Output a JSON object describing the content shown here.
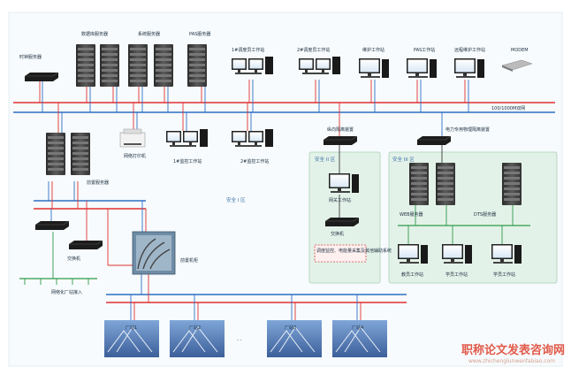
{
  "labels": {
    "time_server": "时钟服务器",
    "db_server": "数据库服务器",
    "sys_server": "系统服务器",
    "pas_server": "PAS服务器",
    "ws1": "1#调度员工作站",
    "ws2": "2#调度员工作站",
    "maint": "维护工作站",
    "pas_ws": "PAS工作站",
    "remote_maint": "远程维护工作站",
    "modem": "MODEM",
    "bus": "100/1000M双网",
    "front_server": "前置服务器",
    "printer": "网络打印机",
    "mon1": "1#监控工作站",
    "mon2": "2#监控工作站",
    "isolator1": "纵向隔离装置",
    "isolator2": "电力专用物理隔离装置",
    "zone1": "安全 I 区",
    "zone2": "安全 II 区",
    "zone3": "安全 III 区",
    "web_ws": "网关工作站",
    "switch_z2": "交换机",
    "note": "调度监控、电能量采集及其他辅助系统",
    "web_server": "WEB服务器",
    "dts_server": "DTS服务器",
    "teacher_ws": "教员工作站",
    "student_ws1": "学员工作站",
    "student_ws2": "学员工作站",
    "switch": "交换机",
    "front_cabinet": "前置机柜",
    "access": "网络化厂站接入",
    "plant1": "厂站1",
    "plant2": "厂站2",
    "plant3": "厂站3",
    "plant4": "厂站4",
    "dots": "- -"
  },
  "watermark": {
    "main": "职称论文发表咨询网",
    "url": "www.zhichenglunwenfabiao.com"
  },
  "colors": {
    "red_bus": "#e03030",
    "blue_bus": "#2f6fc4",
    "green_bus": "#2e9a4a",
    "zone_fill": "#e3f2e8",
    "zone_border": "#a8cfb4"
  }
}
